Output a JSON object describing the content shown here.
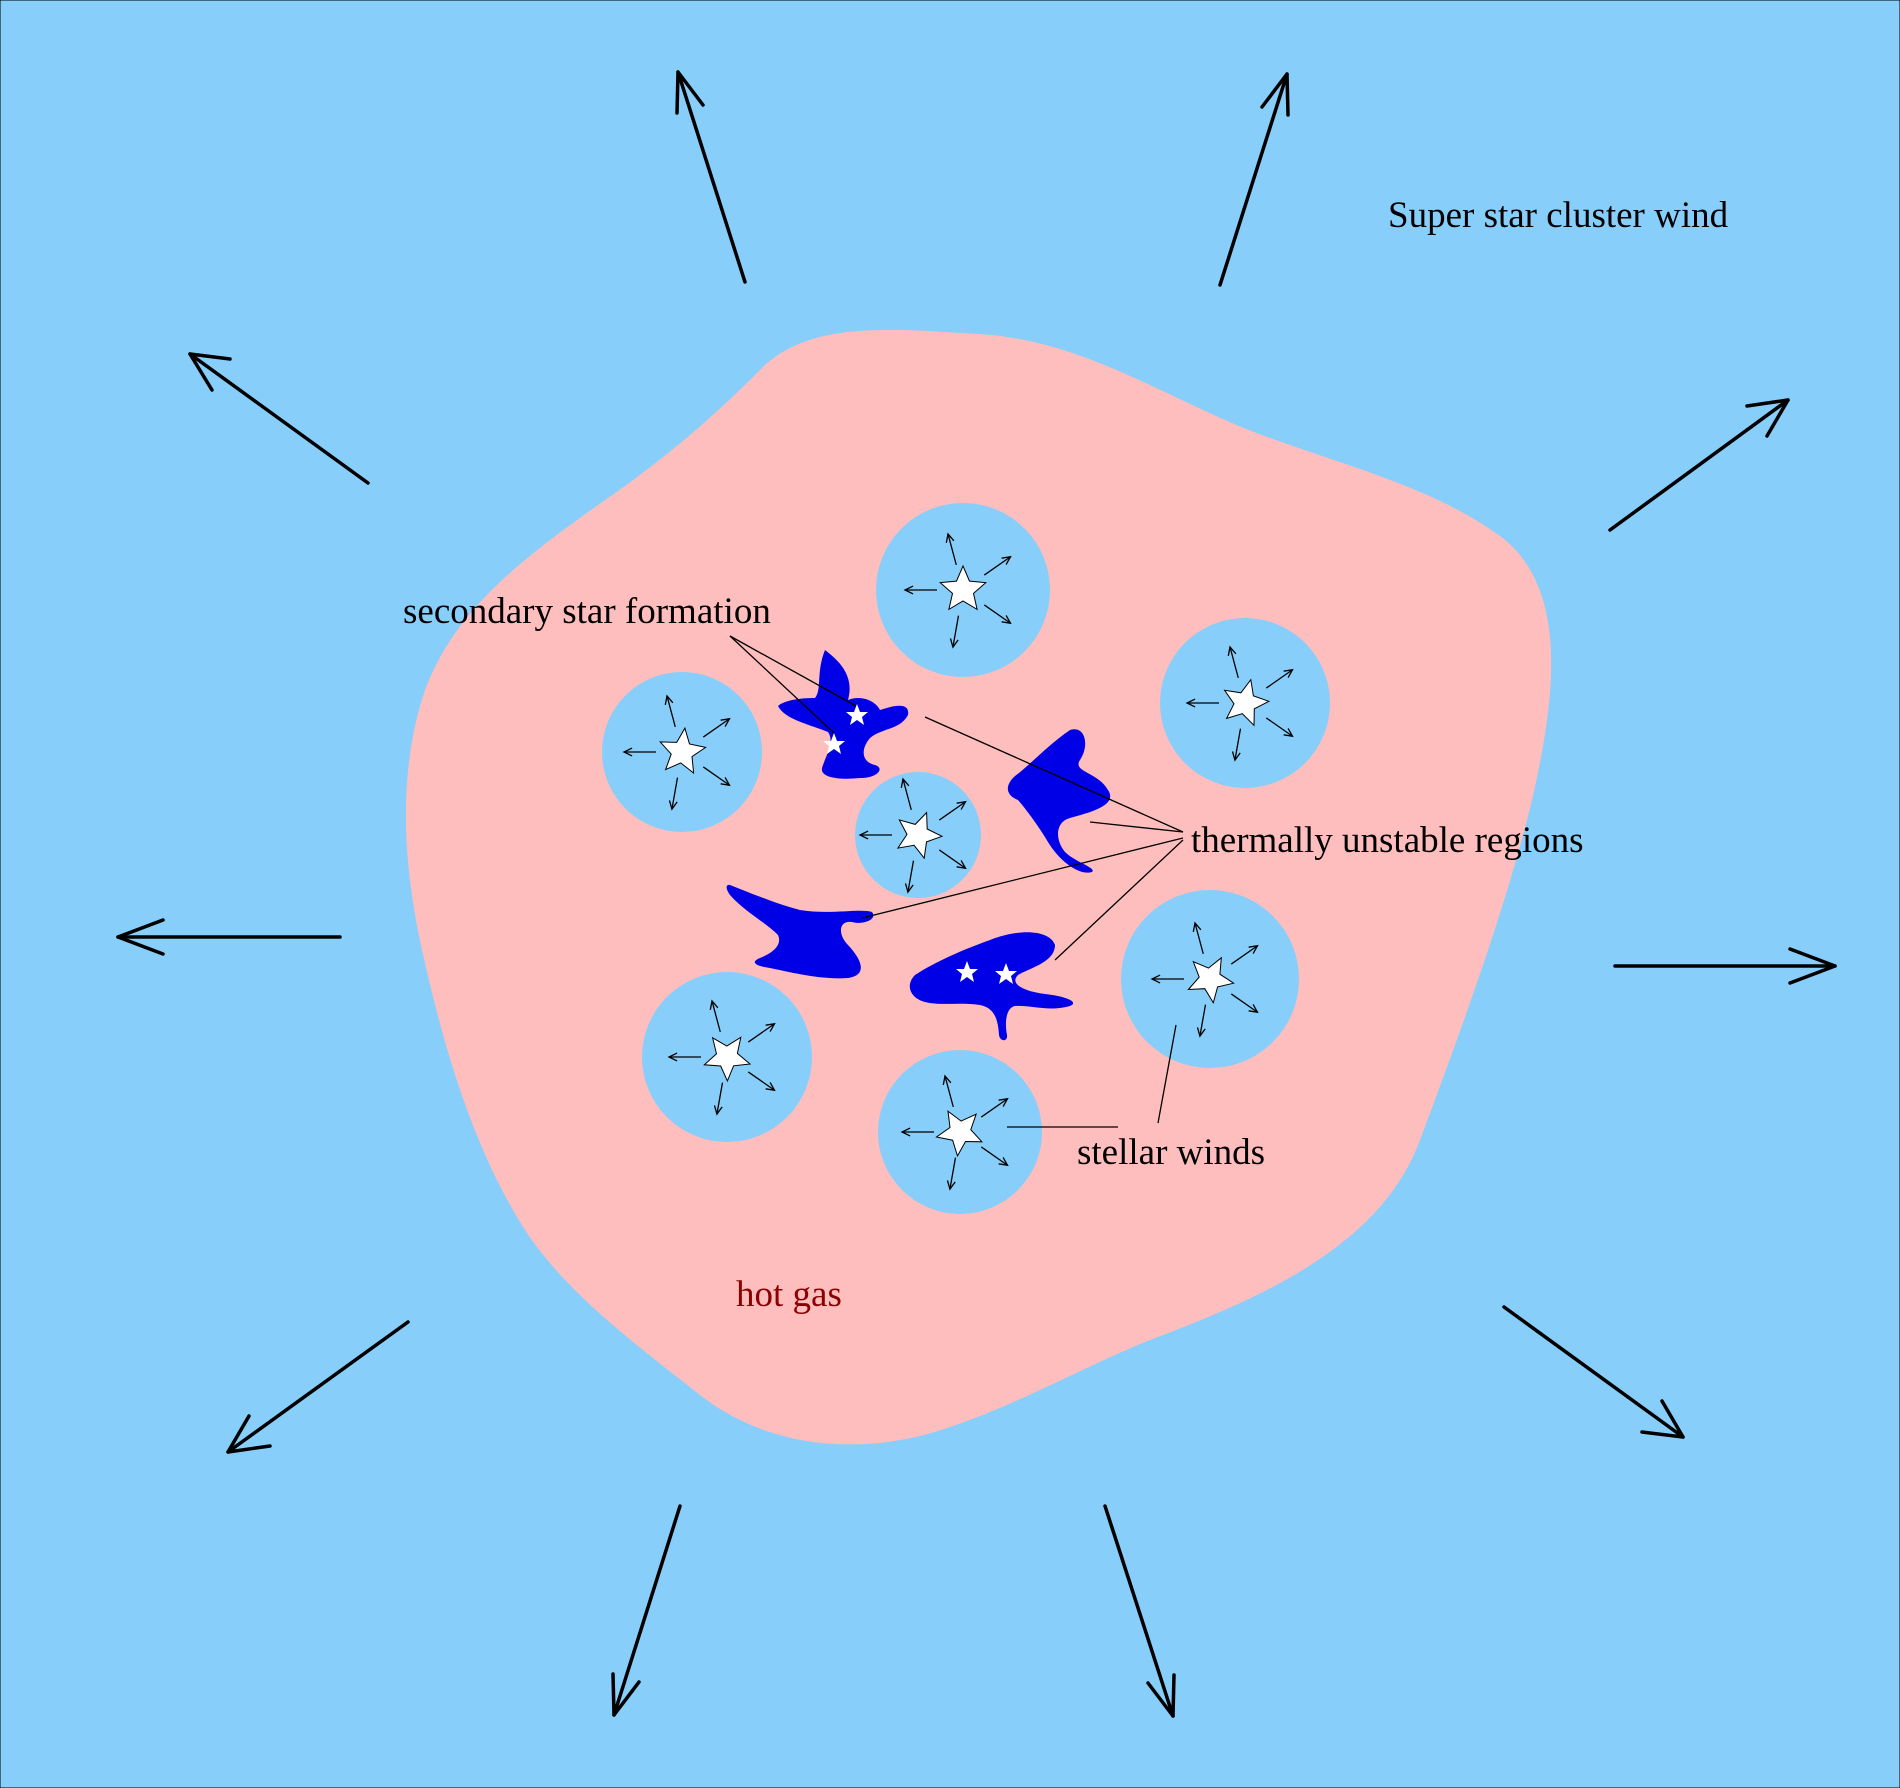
{
  "labels": {
    "cluster_wind": "Super star cluster wind",
    "secondary_star_formation": "secondary star formation",
    "thermally_unstable_regions": "thermally unstable regions",
    "stellar_winds": "stellar winds",
    "hot_gas": "hot gas"
  },
  "colors": {
    "wind_background": "#87CEFA",
    "hot_gas": "#FFBEBE",
    "wind_bubble": "#87CEFA",
    "unstable_region": "#0000E6",
    "star_fill": "#FFFFFF",
    "label_text": "#000000",
    "hot_gas_label": "#8B0000"
  }
}
